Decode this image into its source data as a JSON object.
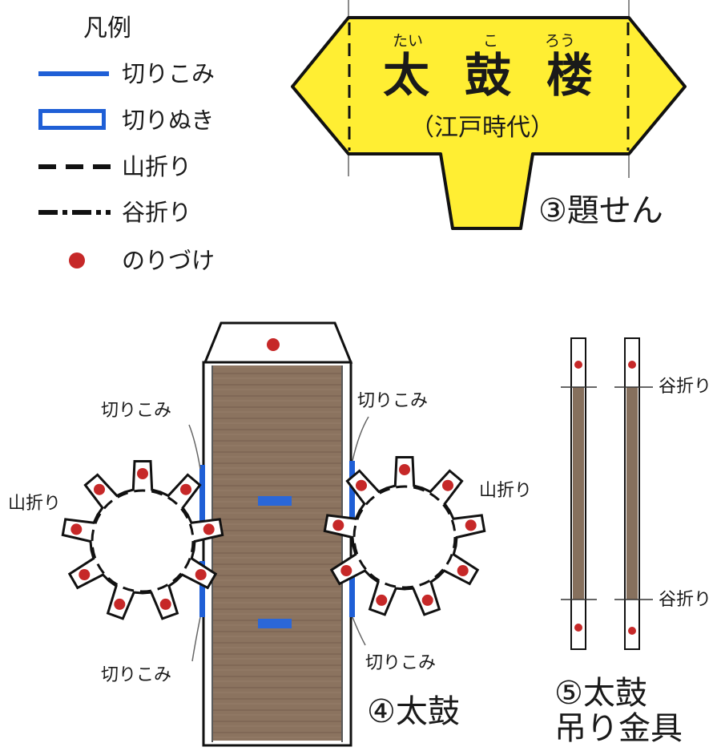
{
  "legend": {
    "title": "凡例",
    "items": [
      {
        "label": "切りこみ",
        "icon": "cut-line-symbol",
        "color": "#1f5fd6"
      },
      {
        "label": "切りぬき",
        "icon": "cutout-box-symbol",
        "color": "#1f5fd6"
      },
      {
        "label": "山折り",
        "icon": "mountain-fold-dash-symbol",
        "color": "#111111"
      },
      {
        "label": "谷折り",
        "icon": "valley-fold-dashdot-symbol",
        "color": "#111111"
      },
      {
        "label": "のりづけ",
        "icon": "glue-dot-symbol",
        "color": "#c62828"
      }
    ]
  },
  "title_banner": {
    "ruby": [
      "たい",
      "こ",
      "ろう"
    ],
    "title_chars": [
      "太",
      "鼓",
      "楼"
    ],
    "era": "（江戸時代）",
    "fill": "#ffee33",
    "caption": "③題せん"
  },
  "drum": {
    "labels": {
      "cut_left_top": "切りこみ",
      "cut_right_top": "切りこみ",
      "cut_left_bottom": "切りこみ",
      "cut_right_bottom": "切りこみ",
      "fold_left": "山折り",
      "fold_right": "山折り"
    },
    "caption": "④太鼓",
    "body_color": "#8a7160"
  },
  "hanger": {
    "fold_top": "谷折り",
    "fold_bottom": "谷折り",
    "caption_line1": "⑤太鼓",
    "caption_line2": "吊り金具",
    "rod_color": "#86705d"
  },
  "colors": {
    "cut": "#1f5fd6",
    "glue": "#c62828",
    "banner": "#ffee33"
  }
}
